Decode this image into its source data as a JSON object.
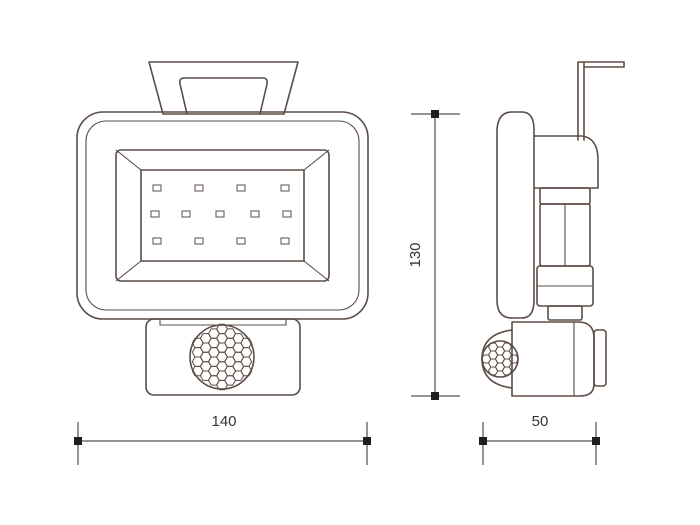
{
  "dimensions": {
    "width_label": "140",
    "height_label": "130",
    "depth_label": "50"
  },
  "colors": {
    "outline": "#5b4c45",
    "dimension_line": "#2a2a2a",
    "background": "#ffffff"
  }
}
